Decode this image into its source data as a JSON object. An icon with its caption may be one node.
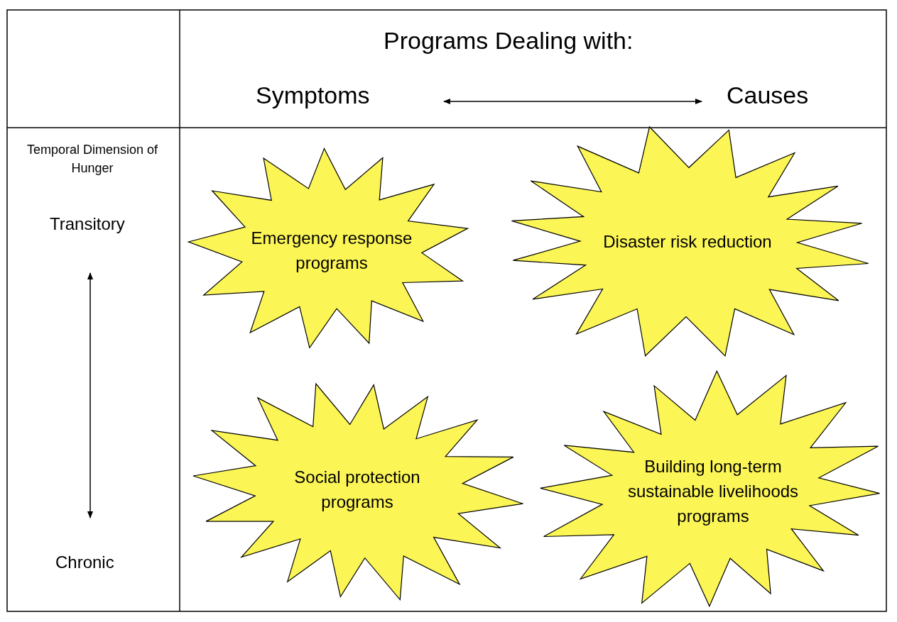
{
  "diagram": {
    "nodes": [
      {
        "text": [
          "Emergency response programs"
        ]
      },
      {
        "text": [
          "Disaster risk reduction"
        ]
      },
      {
        "text": [
          "Social protection programs"
        ]
      },
      {
        "text": [
          "Building long-term sustainable livelihoods programs"
        ]
      }
    ],
    "labels": [
      "Programs Dealing with:",
      "Symptoms",
      "Causes",
      "Temporal Dimension of Hunger",
      "Transitory",
      "Chronic"
    ]
  }
}
